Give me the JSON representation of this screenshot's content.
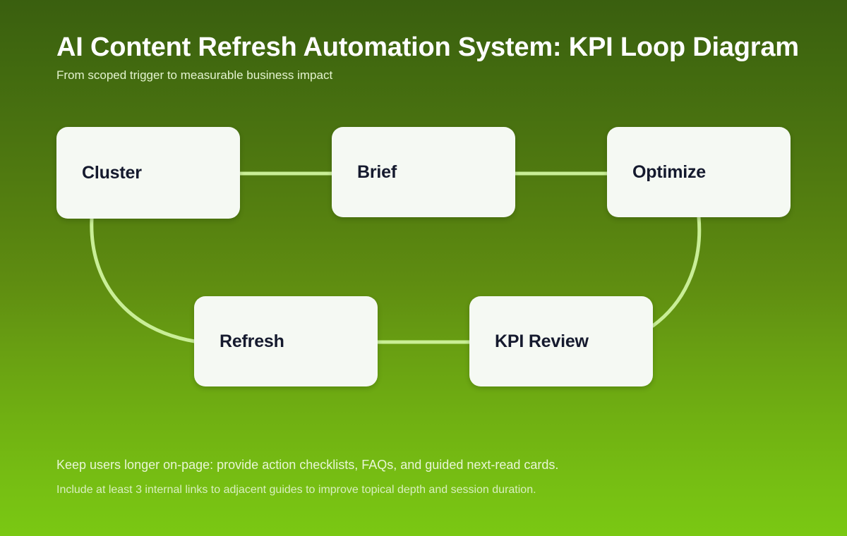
{
  "header": {
    "title": "AI Content Refresh Automation System: KPI Loop Diagram",
    "subtitle": "From scoped trigger to measurable business impact"
  },
  "diagram": {
    "nodes": [
      {
        "id": "cluster",
        "label": "Cluster"
      },
      {
        "id": "brief",
        "label": "Brief"
      },
      {
        "id": "optimize",
        "label": "Optimize"
      },
      {
        "id": "refresh",
        "label": "Refresh"
      },
      {
        "id": "kpi_review",
        "label": "KPI Review"
      }
    ],
    "edges": [
      {
        "from": "cluster",
        "to": "brief",
        "style": "straight"
      },
      {
        "from": "brief",
        "to": "optimize",
        "style": "straight"
      },
      {
        "from": "cluster",
        "to": "refresh",
        "style": "curved"
      },
      {
        "from": "refresh",
        "to": "kpi_review",
        "style": "straight"
      },
      {
        "from": "optimize",
        "to": "kpi_review",
        "style": "curved"
      }
    ]
  },
  "footer": {
    "line1": "Keep users longer on-page: provide action checklists, FAQs, and guided next-read cards.",
    "line2": "Include at least 3 internal links to adjacent guides to improve topical depth and session duration."
  },
  "colors": {
    "background_top": "#3a5f0f",
    "background_bottom": "#7ac813",
    "node_fill": "#f5f9f3",
    "node_text": "#151a2e",
    "edge_stroke": "#c9ee97",
    "title_text": "#ffffff",
    "subtitle_text": "#e4f3cf"
  }
}
